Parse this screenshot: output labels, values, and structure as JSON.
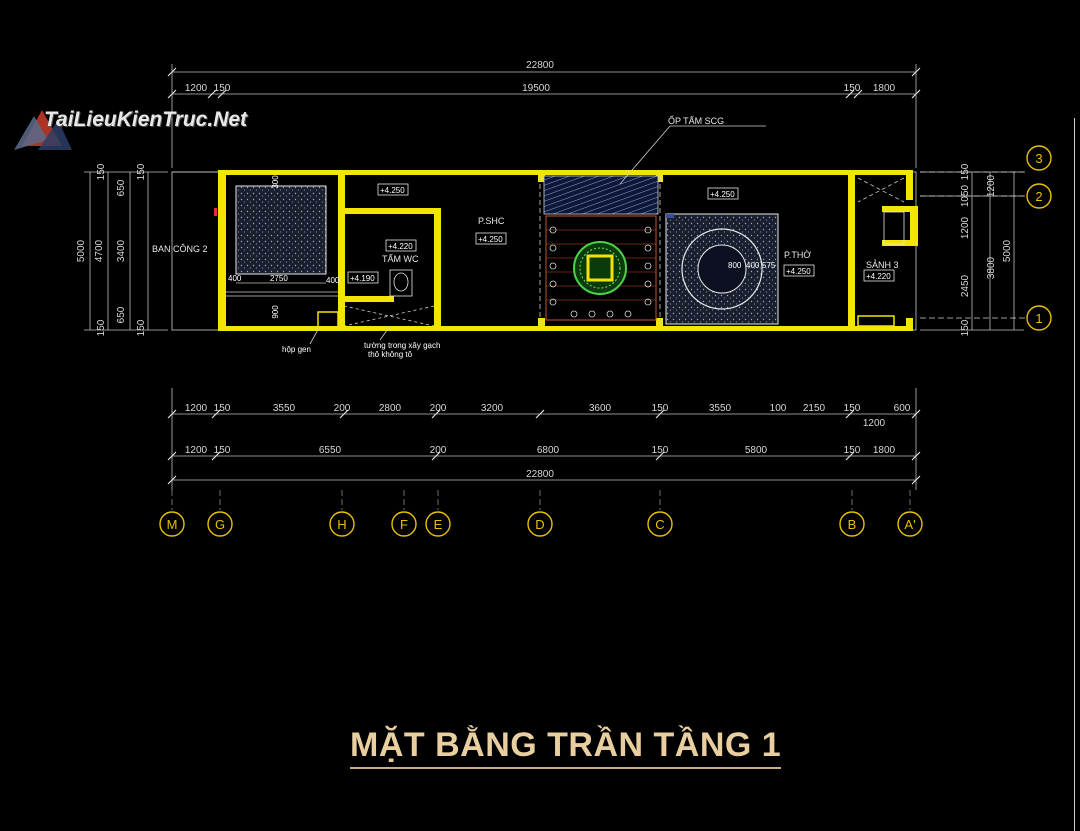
{
  "title": "MẶT BẰNG TRẦN TẦNG 1",
  "logo": {
    "text": "TaiLieuKienTruc.Net",
    "icon": "logo-triangle-icon"
  },
  "colors": {
    "wall": "#f2e600",
    "grid": "#e8c000",
    "title": "#e9cfa0",
    "background": "#000000"
  },
  "top_dims": {
    "overall": "22800",
    "segments": [
      "1200",
      "150",
      "19500",
      "150",
      "1800"
    ]
  },
  "bottom_dims_row1": [
    "1200",
    "150",
    "3550",
    "200",
    "2800",
    "200",
    "3200",
    "3600",
    "150",
    "3550",
    "100",
    "2150",
    "150",
    "600"
  ],
  "bottom_dims_extra": "1200",
  "bottom_dims_row2": [
    "1200",
    "150",
    "6550",
    "200",
    "6800",
    "150",
    "5800",
    "150",
    "1800"
  ],
  "bottom_overall": "22800",
  "left_dims": {
    "outer": "5000",
    "mid": "4700",
    "inner": [
      "150",
      "650",
      "3400",
      "650",
      "150"
    ],
    "inner2": [
      "150",
      "150"
    ]
  },
  "right_dims": {
    "outer": "5000",
    "mid": [
      "1200",
      "3800"
    ],
    "inner": [
      "150",
      "1050",
      "1200",
      "2450",
      "150"
    ]
  },
  "grid_bottom": [
    "M",
    "G",
    "H",
    "F",
    "E",
    "D",
    "C",
    "B",
    "A'"
  ],
  "grid_right": [
    "3",
    "2",
    "1"
  ],
  "rooms": {
    "balcony": "BAN CÔNG 2",
    "shc": "P.SHC",
    "wc": "TẤM WC",
    "worship": "P.THỜ",
    "hall": "SẢNH 3",
    "scg": "ỐP TẤM SCG",
    "gas": "hộp gen",
    "wall_note_1": "tường trong xây gạch",
    "wall_note_2": "thô không tô"
  },
  "levels": {
    "l1": "+4.250",
    "l2": "+4.220",
    "l3": "+4.190",
    "l4": "+4.250",
    "l5": "+4.250",
    "l6": "+4.250",
    "l7": "+4.220"
  },
  "inner_dims": {
    "d2750": "2750",
    "d400a": "400",
    "d400b": "400",
    "d300": "300",
    "d900": "900",
    "d800": "800",
    "d400c": "400",
    "d575": "575"
  }
}
